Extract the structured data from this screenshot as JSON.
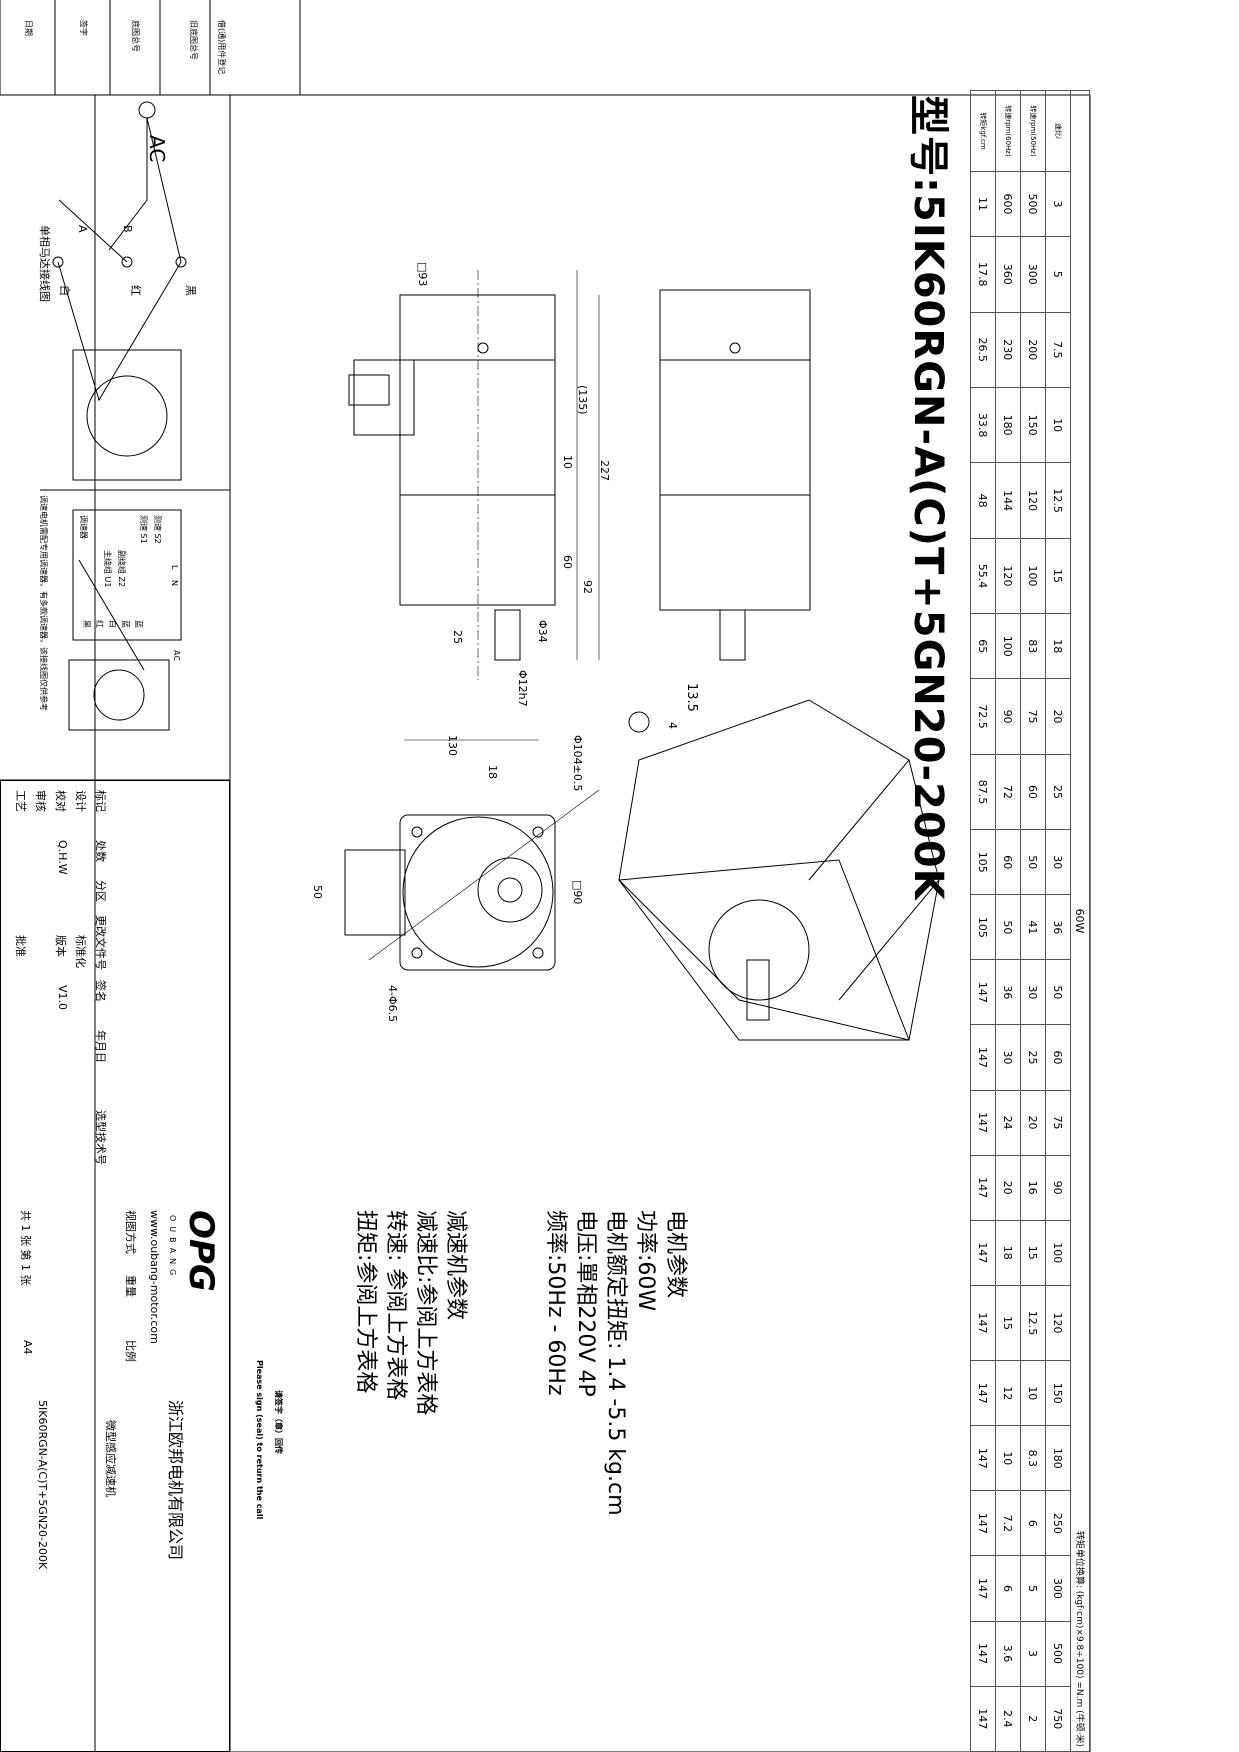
{
  "title": "型号:5IK60RGN-A(C)T+5GN20-200K",
  "table": {
    "power": "60W",
    "conversion": "转矩单位换算: (kgf·cm)×9.8÷100) =N.m (牛顿·米)",
    "row_labels": [
      "速比i",
      "转速rpm(50Hz)",
      "转速rpm(60Hz)",
      "转矩kgf.cm"
    ],
    "ratio": [
      "3",
      "5",
      "7.5",
      "10",
      "12.5",
      "15",
      "18",
      "20",
      "25",
      "30",
      "36",
      "50",
      "60",
      "75",
      "90",
      "100",
      "120",
      "150",
      "180",
      "250",
      "300",
      "500",
      "750"
    ],
    "rpm50": [
      "500",
      "300",
      "200",
      "150",
      "120",
      "100",
      "83",
      "75",
      "60",
      "50",
      "41",
      "30",
      "25",
      "20",
      "16",
      "15",
      "12.5",
      "10",
      "8.3",
      "6",
      "5",
      "3",
      "2"
    ],
    "rpm60": [
      "600",
      "360",
      "230",
      "180",
      "144",
      "120",
      "100",
      "90",
      "72",
      "60",
      "50",
      "36",
      "30",
      "24",
      "20",
      "18",
      "15",
      "12",
      "10",
      "7.2",
      "6",
      "3.6",
      "2.4"
    ],
    "torque": [
      "11",
      "17.8",
      "26.5",
      "33.8",
      "48",
      "55.4",
      "65",
      "72.5",
      "87.5",
      "105",
      "105",
      "147",
      "147",
      "147",
      "147",
      "147",
      "147",
      "147",
      "147",
      "147",
      "147",
      "147",
      "147"
    ]
  },
  "dims": {
    "d93": "□93",
    "d135": "(135)",
    "d227": "227",
    "d10": "10",
    "d60": "60",
    "d92": "92",
    "d25": "25",
    "d34": "Φ34",
    "d12": "Φ12h7",
    "d135b": "13.5",
    "d4": "4",
    "d130": "130",
    "d18": "18",
    "d104": "Φ104±0.5",
    "d90": "□90",
    "d50": "50",
    "holes": "4-Φ6.5"
  },
  "params": {
    "motor_heading": "电机参数",
    "power": "功率:60W",
    "torque": "电机额定扭矩: 1.4 -5.5 kg.cm",
    "voltage": "电压:單相220V 4P",
    "freq": "频率:50Hz - 60Hz",
    "gear_heading": "减速机参数",
    "ratio": "减速比:参阅上方表格",
    "speed": "转速: 参阅上方表格",
    "gtorque": "扭矩:参阅上方表格"
  },
  "wiring": {
    "ac": "AC",
    "a": "A",
    "b": "B",
    "black": "黑",
    "red": "红",
    "white": "白",
    "caption": "单相马达接线图",
    "L": "L",
    "N": "N",
    "ac2": "AC",
    "controller": "调速器",
    "s2": "测速 S2",
    "s1": "测速 S1",
    "z2": "副绕组 Z2",
    "u1": "主绕组 U1",
    "blue1": "蓝",
    "blue2": "蓝",
    "white2": "白",
    "red2": "红",
    "black2": "黑",
    "note": "调速电机需配专用调速器，有多款调速器，该接线图仅供参考"
  },
  "stamp": [
    "借(通)用件登记",
    "旧底图总号",
    "底图总号",
    "签字",
    "日期"
  ],
  "titleblock": {
    "mark": "标记",
    "count": "处数",
    "zone": "分区",
    "doc": "更改文件号",
    "sign": "签名",
    "date": "年月日",
    "design": "设计",
    "check": "校对",
    "checker": "Q.H.W",
    "review": "审核",
    "process": "工艺",
    "standard": "标准化",
    "version": "版本",
    "version_val": "V1.0",
    "approve": "批准",
    "selection": "选型技术号",
    "logo": "OPG",
    "brand": "OUBANG",
    "url": "www.oubang-motor.com",
    "view": "视图方式",
    "weight": "重量",
    "scale": "比例",
    "sheets": "共 1 张 第 1 张",
    "size": "A4",
    "company": "浙江欧邦电机有限公司",
    "product": "微型感应减速机",
    "model": "5IK60RGN-A(C)T+5GN20-200K",
    "return_cn": "请签字（章）回传",
    "return_en": "Please sign (seal) to return the call"
  }
}
